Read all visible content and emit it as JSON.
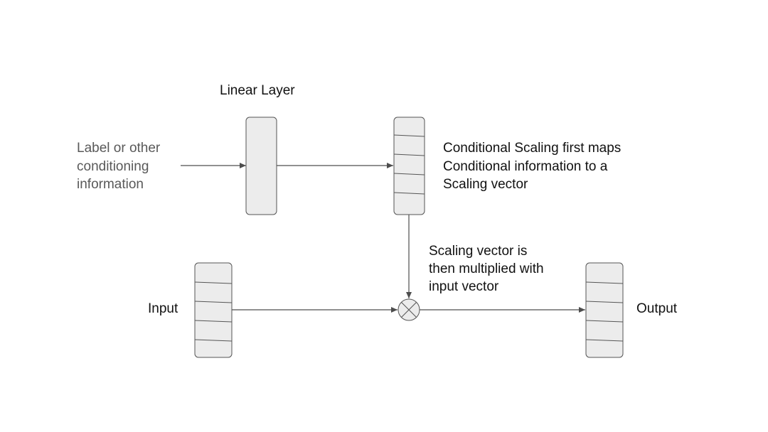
{
  "labels": {
    "linear_layer": "Linear Layer",
    "condition": [
      "Label or other",
      "conditioning",
      "information"
    ],
    "scaling_note": [
      "Conditional Scaling first maps",
      "Conditional information to a",
      "Scaling vector"
    ],
    "multiply_note": [
      "Scaling vector is",
      "then multiplied with",
      "input vector"
    ],
    "input": "Input",
    "output": "Output"
  },
  "colors": {
    "box_fill": "#ececec",
    "box_stroke": "#555555",
    "line": "#4d4d4d",
    "text": "#111111",
    "muted_text": "#595959"
  },
  "icons": {
    "multiply_operator": "circled-times-icon"
  }
}
